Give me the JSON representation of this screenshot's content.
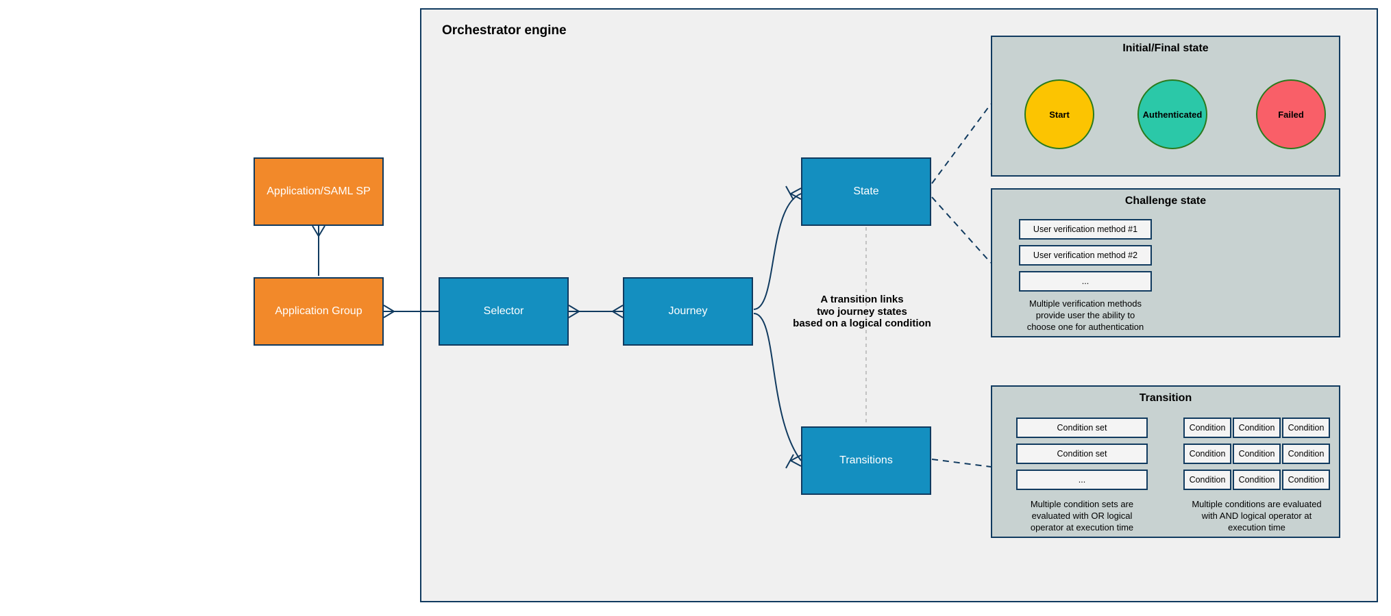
{
  "diagram": {
    "title": "Orchestrator engine",
    "colors": {
      "navy_border": "#103a5f",
      "blue_node": "#148fc0",
      "orange_node": "#f2892a",
      "outer_panel_bg": "#f0f0f0",
      "card_bg": "#c8d2d1",
      "light_box_bg": "#f4f4f4",
      "start_fill": "#fcc401",
      "authenticated_fill": "#2bc8a8",
      "failed_fill": "#f95f68",
      "circle_border_green": "#2b7a1d",
      "grey_dash": "#b3b3b3"
    },
    "nodes": {
      "application_saml_sp": "Application/SAML SP",
      "application_group": "Application Group",
      "selector": "Selector",
      "journey": "Journey",
      "state": "State",
      "transitions": "Transitions"
    },
    "annotation": {
      "line1": "A transition links",
      "line2": "two journey states",
      "line3": "based on a logical condition"
    },
    "panels": {
      "initial_final": {
        "title": "Initial/Final state",
        "states": [
          {
            "label": "Start",
            "color": "#fcc401"
          },
          {
            "label": "Authenticated",
            "color": "#2bc8a8"
          },
          {
            "label": "Failed",
            "color": "#f95f68"
          }
        ]
      },
      "challenge": {
        "title": "Challenge state",
        "methods": [
          "User verification method #1",
          "User verification method #2",
          "..."
        ],
        "caption": [
          "Multiple verification methods",
          "provide user the ability to",
          "choose one for authentication"
        ]
      },
      "transition": {
        "title": "Transition",
        "condition_sets": [
          "Condition set",
          "Condition set",
          "..."
        ],
        "condition_label": "Condition",
        "caption_left": [
          "Multiple condition sets are",
          "evaluated with OR logical",
          "operator at execution time"
        ],
        "caption_right": [
          "Multiple conditions are evaluated",
          "with AND logical operator at",
          "execution time"
        ]
      }
    }
  }
}
